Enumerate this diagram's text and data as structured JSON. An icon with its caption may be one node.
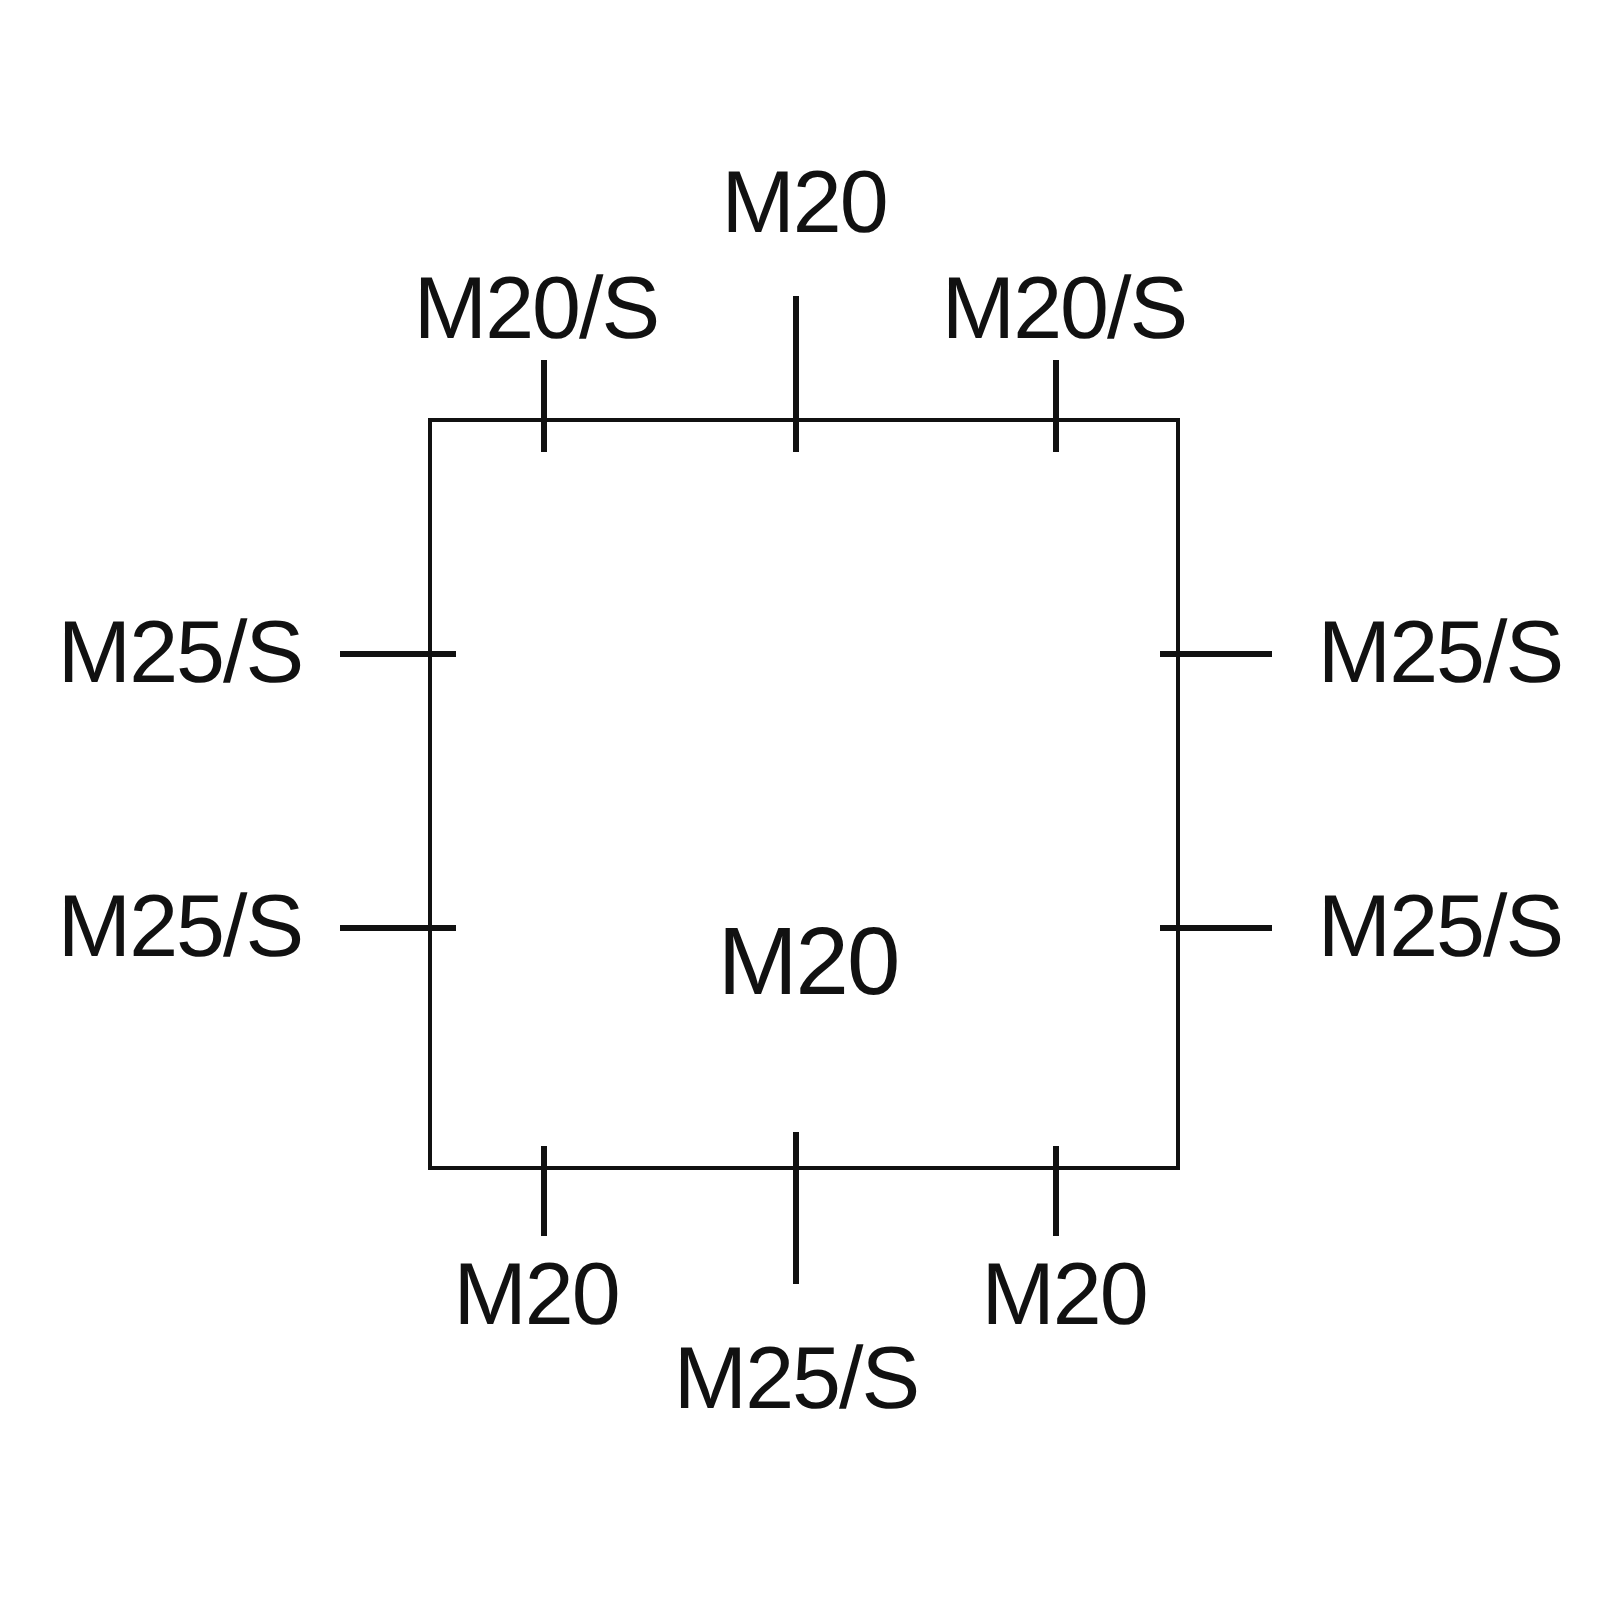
{
  "diagram": {
    "nodes": [
      {
        "text": [
          "M20"
        ]
      }
    ],
    "labels": [
      "M20",
      "M20/S",
      "M20/S",
      "M25/S",
      "M25/S",
      "M25/S",
      "M25/S",
      "M20",
      "M20",
      "M25/S"
    ]
  }
}
